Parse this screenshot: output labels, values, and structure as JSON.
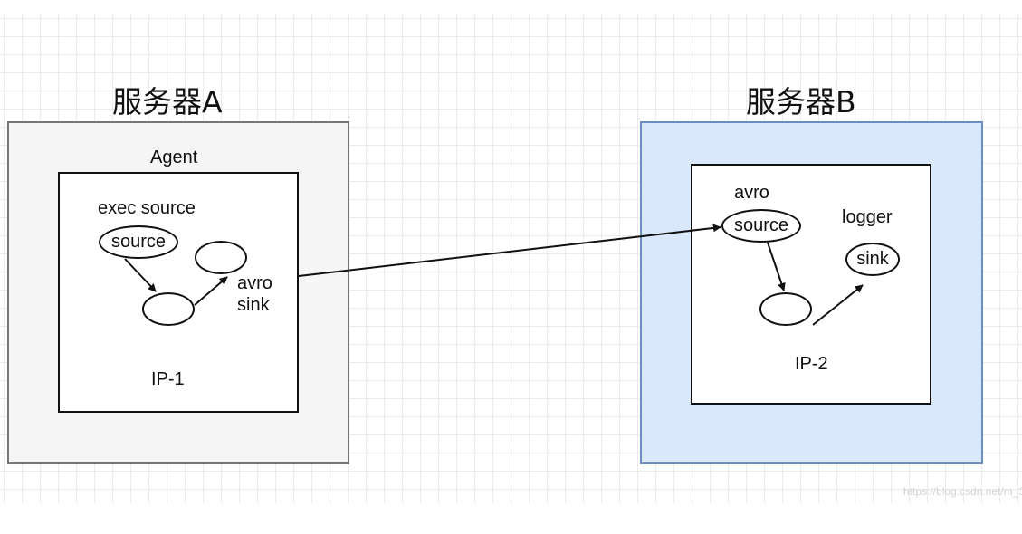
{
  "colors": {
    "server_a_fill": "#f5f5f5",
    "server_a_border": "#777777",
    "server_b_fill": "#dae8fc",
    "server_b_border": "#6c8ebf",
    "line": "#111111"
  },
  "server_a": {
    "title": "服务器A",
    "agent_label": "Agent",
    "source_type_label": "exec source",
    "source_node": "source",
    "sink_label_line1": "avro",
    "sink_label_line2": "sink",
    "ip_label": "IP-1"
  },
  "server_b": {
    "title": "服务器B",
    "source_type_label": "avro",
    "source_node": "source",
    "sink_type_label": "logger",
    "sink_node": "sink",
    "ip_label": "IP-2"
  },
  "watermark": "https://blog.csdn.net/m_3"
}
